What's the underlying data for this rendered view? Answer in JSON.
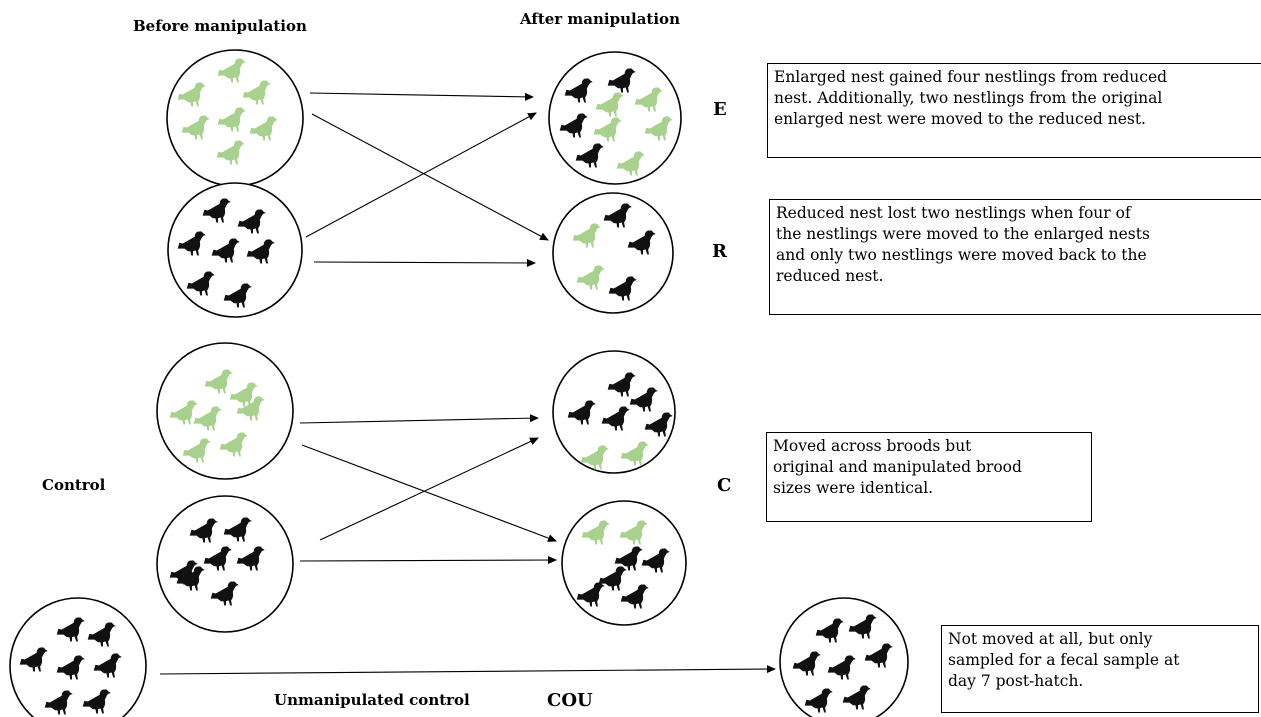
{
  "headers": {
    "before": "Before manipulation",
    "after": "After manipulation"
  },
  "side_labels": {
    "control": "Control",
    "unmanipulated": "Unmanipulated control"
  },
  "groups": {
    "E": "E",
    "R": "R",
    "C": "C",
    "COU": "COU"
  },
  "notes": {
    "E": [
      "Enlarged nest gained four nestlings from reduced",
      "nest. Additionally, two nestlings from the original",
      "enlarged nest were moved to the reduced nest."
    ],
    "R": [
      "Reduced nest lost two nestlings when four of",
      "the nestlings were moved to the enlarged nests",
      "and only two nestlings were moved back to the",
      "reduced nest."
    ],
    "C": [
      "Moved across broods but",
      "original and manipulated brood",
      "sizes were identical."
    ],
    "COU": [
      "Not moved at all, but only",
      "sampled for a fecal sample at",
      "day 7 post-hatch."
    ]
  },
  "colors": {
    "green_bird": "#a9d18e",
    "black_bird": "#111111",
    "nest_outline": "#000000",
    "arrow": "#000000"
  },
  "nests": [
    {
      "name": "nest-before-enlarged",
      "birds": [
        "g",
        "g",
        "g",
        "g",
        "g",
        "g",
        "g"
      ]
    },
    {
      "name": "nest-before-reduced",
      "birds": [
        "b",
        "b",
        "b",
        "b",
        "b",
        "b",
        "b"
      ]
    },
    {
      "name": "nest-after-enlarged",
      "birds": [
        "b",
        "b",
        "g",
        "g",
        "b",
        "g",
        "g",
        "b",
        "g"
      ]
    },
    {
      "name": "nest-after-reduced",
      "birds": [
        "b",
        "g",
        "b",
        "g",
        "b"
      ]
    },
    {
      "name": "nest-before-control-green",
      "birds": [
        "g",
        "g",
        "g",
        "g",
        "g",
        "g",
        "g"
      ]
    },
    {
      "name": "nest-before-control-black",
      "birds": [
        "b",
        "b",
        "b",
        "b",
        "b",
        "b",
        "b"
      ]
    },
    {
      "name": "nest-after-control-1",
      "birds": [
        "b",
        "b",
        "b",
        "b",
        "b",
        "g",
        "g"
      ]
    },
    {
      "name": "nest-after-control-2",
      "birds": [
        "g",
        "g",
        "b",
        "b",
        "b",
        "b",
        "b"
      ]
    },
    {
      "name": "nest-unmanipulated-before",
      "birds": [
        "b",
        "b",
        "b",
        "b",
        "b",
        "b",
        "b"
      ]
    },
    {
      "name": "nest-unmanipulated-after",
      "birds": [
        "b",
        "b",
        "b",
        "b",
        "b",
        "b",
        "b"
      ]
    }
  ],
  "arrows": [
    {
      "name": "arrow-green-to-enlarged",
      "from": "nest-before-enlarged",
      "to": "nest-after-enlarged"
    },
    {
      "name": "arrow-green-to-reduced",
      "from": "nest-before-enlarged",
      "to": "nest-after-reduced"
    },
    {
      "name": "arrow-black-to-enlarged",
      "from": "nest-before-reduced",
      "to": "nest-after-enlarged"
    },
    {
      "name": "arrow-black-to-reduced",
      "from": "nest-before-reduced",
      "to": "nest-after-reduced"
    },
    {
      "name": "arrow-control-green-to-1",
      "from": "nest-before-control-green",
      "to": "nest-after-control-1"
    },
    {
      "name": "arrow-control-green-to-2",
      "from": "nest-before-control-green",
      "to": "nest-after-control-2"
    },
    {
      "name": "arrow-control-black-to-1",
      "from": "nest-before-control-black",
      "to": "nest-after-control-1"
    },
    {
      "name": "arrow-control-black-to-2",
      "from": "nest-before-control-black",
      "to": "nest-after-control-2"
    },
    {
      "name": "arrow-unmanipulated",
      "from": "nest-unmanipulated-before",
      "to": "nest-unmanipulated-after"
    }
  ]
}
